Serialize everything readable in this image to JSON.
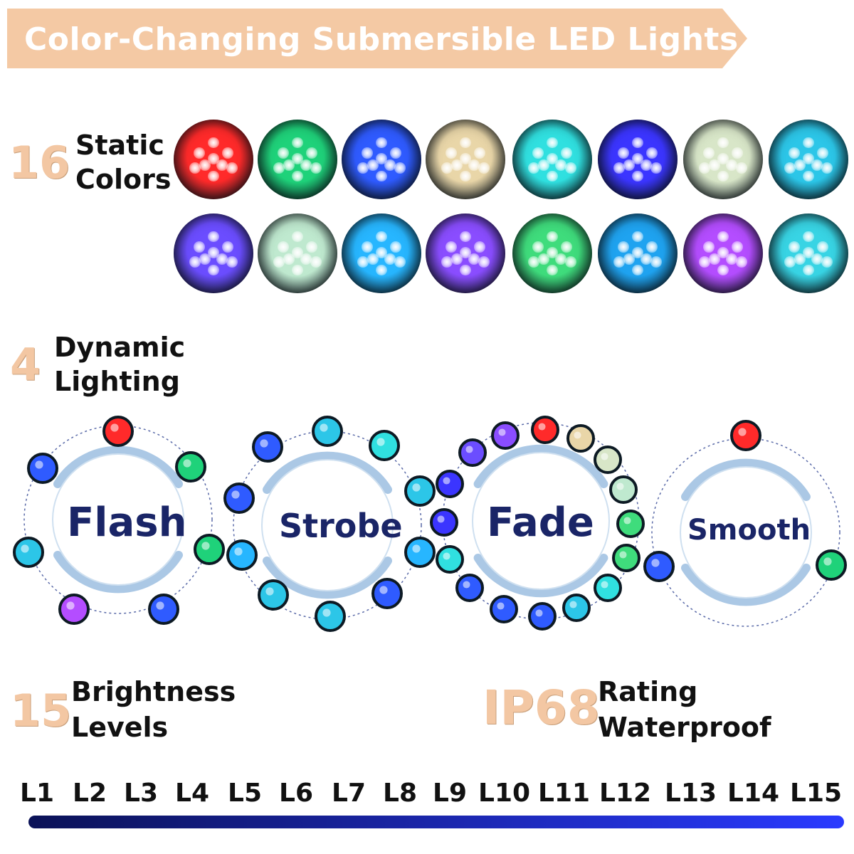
{
  "banner": {
    "title": "Color-Changing Submersible LED Lights",
    "color": "#f4c9a4"
  },
  "static_colors": {
    "number": "16",
    "label_line1": "Static",
    "label_line2": "Colors",
    "row1": [
      "#ff2a2a",
      "#1fd27a",
      "#2f5bff",
      "#e9d6a8",
      "#30e0e0",
      "#3b35ff",
      "#d8e6c8",
      "#2cc6e8"
    ],
    "row2": [
      "#6b4dff",
      "#bfe9cf",
      "#27b6ff",
      "#8a4dff",
      "#3fdc7c",
      "#1fa3f0",
      "#b44dff",
      "#38d4e4"
    ]
  },
  "dynamic_lighting": {
    "number": "4",
    "label_line1": "Dynamic",
    "label_line2": "Lighting",
    "modes": [
      "Flash",
      "Strobe",
      "Fade",
      "Smooth"
    ]
  },
  "brightness": {
    "number": "15",
    "label_line1": "Brightness",
    "label_line2": "Levels",
    "levels": [
      "L1",
      "L2",
      "L3",
      "L4",
      "L5",
      "L6",
      "L7",
      "L8",
      "L9",
      "L10",
      "L11",
      "L12",
      "L13",
      "L14",
      "L15"
    ],
    "bar_color_start": "#0b1257",
    "bar_color_end": "#2a3aff"
  },
  "waterproof": {
    "number": "IP68",
    "label_line1": "Rating",
    "label_line2": "Waterproof"
  }
}
